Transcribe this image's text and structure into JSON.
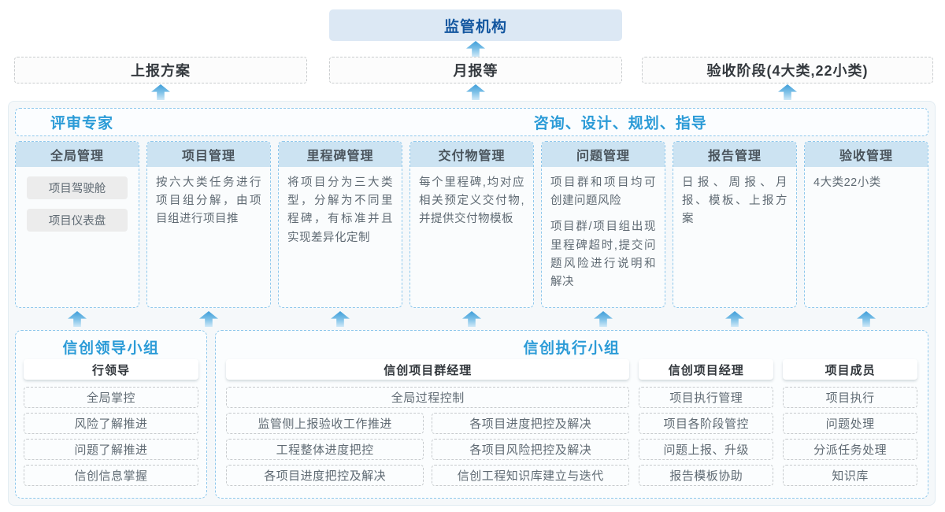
{
  "top": {
    "regulator_label": "监管机构"
  },
  "stage_row": {
    "items": [
      {
        "label": "上报方案"
      },
      {
        "label": "月报等"
      },
      {
        "label": "验收阶段(4大类,22小类)"
      }
    ]
  },
  "main": {
    "left_header": "评审专家",
    "right_header": "咨询、设计、规划、指导",
    "columns": [
      {
        "title": "全局管理",
        "chips": [
          "项目驾驶舱",
          "项目仪表盘"
        ]
      },
      {
        "title": "项目管理",
        "paragraphs": [
          "按六大类任务进行项目组分解，由项目组进行项目推"
        ]
      },
      {
        "title": "里程碑管理",
        "paragraphs": [
          "将项目分为三大类型，分解为不同里程碑，有标准并且实现差异化定制"
        ]
      },
      {
        "title": "交付物管理",
        "paragraphs": [
          "每个里程碑,均对应相关预定义交付物,并提供交付物模板"
        ]
      },
      {
        "title": "问题管理",
        "paragraphs": [
          "项目群和项目均可创建问题风险",
          "项目群/项目组出现里程碑超时,提交问题风险进行说明和解决"
        ]
      },
      {
        "title": "报告管理",
        "paragraphs": [
          "日报、周报、月报、模板、上报方案"
        ]
      },
      {
        "title": "验收管理",
        "paragraphs": [
          "4大类22小类"
        ]
      }
    ]
  },
  "bottom": {
    "leader_group": {
      "title": "信创领导小组",
      "role": "行领导",
      "items": [
        "全局掌控",
        "风险了解推进",
        "问题了解推进",
        "信创信息掌握"
      ]
    },
    "exec_group": {
      "title": "信创执行小组",
      "program_manager": {
        "role": "信创项目群经理",
        "full_item": "全局过程控制",
        "left_items": [
          "监管侧上报验收工作推进",
          "工程整体进度把控",
          "各项目进度把控及解决"
        ],
        "right_items": [
          "各项目进度把控及解决",
          "各项目风险把控及解决",
          "信创工程知识库建立与迭代"
        ]
      },
      "project_manager": {
        "role": "信创项目经理",
        "items": [
          "项目执行管理",
          "项目各阶段管控",
          "问题上报、升级",
          "报告模板协助"
        ]
      },
      "member": {
        "role": "项目成员",
        "items": [
          "项目执行",
          "问题处理",
          "分派任务处理",
          "知识库"
        ]
      }
    }
  },
  "colors": {
    "accent_blue": "#2b9bd7",
    "dark_blue": "#1457a0",
    "column_header_fill": "#cce3f2",
    "arrow_blue": "#3f9ed9",
    "dashed_blue_border": "#8fc8ec",
    "dashed_gray_border": "#c6cacd"
  }
}
